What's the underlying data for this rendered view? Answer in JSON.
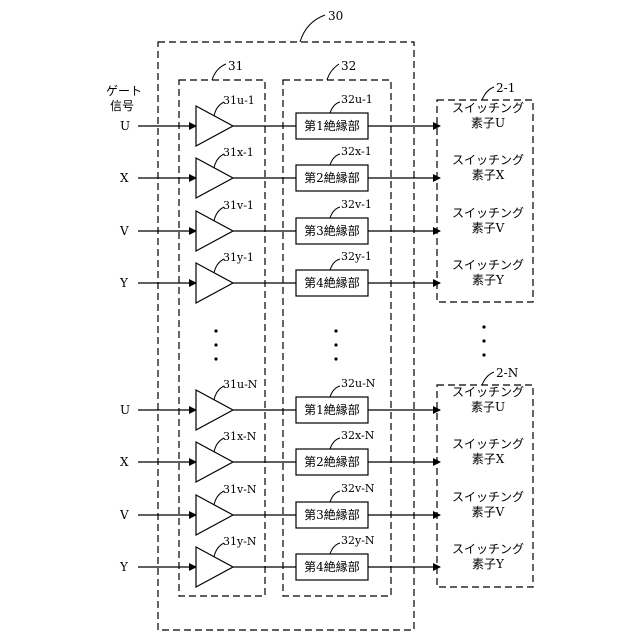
{
  "labels": {
    "unit": "30",
    "amp_block": "31",
    "iso_block": "32",
    "gate_signal_1": "ゲート",
    "gate_signal_2": "信号",
    "switch_group_1": "2-1",
    "switch_group_n": "2-N"
  },
  "groups": [
    {
      "rows": [
        {
          "signal": "U",
          "amp": "31u-1",
          "iso_ref": "32u-1",
          "iso": "第1絶縁部",
          "sw1": "スイッチング",
          "sw2": "素子U"
        },
        {
          "signal": "X",
          "amp": "31x-1",
          "iso_ref": "32x-1",
          "iso": "第2絶縁部",
          "sw1": "スイッチング",
          "sw2": "素子X"
        },
        {
          "signal": "V",
          "amp": "31v-1",
          "iso_ref": "32v-1",
          "iso": "第3絶縁部",
          "sw1": "スイッチング",
          "sw2": "素子V"
        },
        {
          "signal": "Y",
          "amp": "31y-1",
          "iso_ref": "32y-1",
          "iso": "第4絶縁部",
          "sw1": "スイッチング",
          "sw2": "素子Y"
        }
      ]
    },
    {
      "rows": [
        {
          "signal": "U",
          "amp": "31u-N",
          "iso_ref": "32u-N",
          "iso": "第1絶縁部",
          "sw1": "スイッチング",
          "sw2": "素子U"
        },
        {
          "signal": "X",
          "amp": "31x-N",
          "iso_ref": "32x-N",
          "iso": "第2絶縁部",
          "sw1": "スイッチング",
          "sw2": "素子X"
        },
        {
          "signal": "V",
          "amp": "31v-N",
          "iso_ref": "32v-N",
          "iso": "第3絶縁部",
          "sw1": "スイッチング",
          "sw2": "素子V"
        },
        {
          "signal": "Y",
          "amp": "31y-N",
          "iso_ref": "32y-N",
          "iso": "第4絶縁部",
          "sw1": "スイッチング",
          "sw2": "素子Y"
        }
      ]
    }
  ]
}
